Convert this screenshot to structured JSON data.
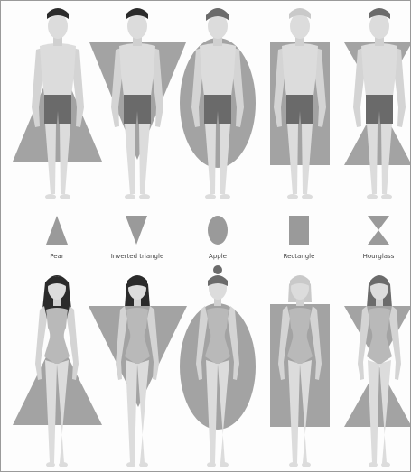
{
  "colors": {
    "shape": "#a3a3a3",
    "skin": "#dcdcdc",
    "skin_shade": "#cfcfcf",
    "men_shorts": "#6a6a6a",
    "women_swimsuit": "#b9b9b9",
    "hair_dark": "#2b2b2b",
    "hair_mid": "#6b6b6b",
    "hair_light": "#c9c9c9",
    "icon": "#9a9a9a",
    "label": "#444444"
  },
  "shapes": [
    {
      "label": "Pear",
      "icon": "triangle-icon"
    },
    {
      "label": "Inverted triangle",
      "icon": "inverted-triangle-icon"
    },
    {
      "label": "Apple",
      "icon": "oval-icon"
    },
    {
      "label": "Rectangle",
      "icon": "rectangle-icon"
    },
    {
      "label": "Hourglass",
      "icon": "hourglass-icon"
    }
  ]
}
